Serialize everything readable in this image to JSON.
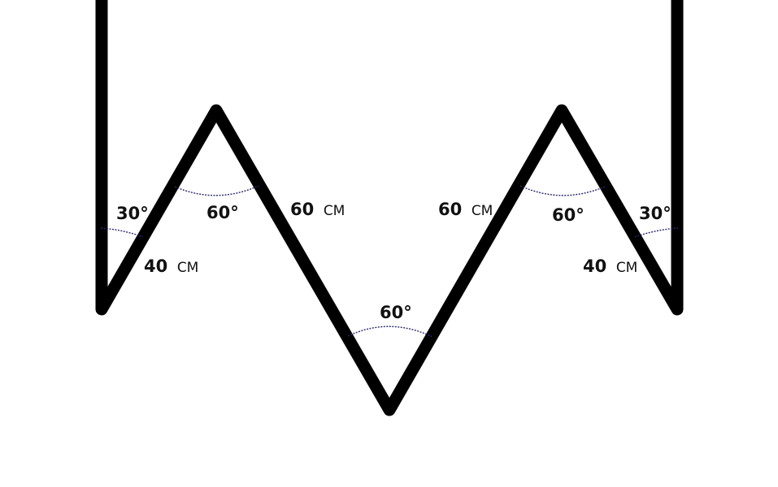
{
  "colors": {
    "background": "#ffffff",
    "path": "#000000",
    "angle_arc": "#2b2a6a",
    "text": "#111111"
  },
  "angles": {
    "left_wall": "30°",
    "left_peak": "60°",
    "bottom_valley": "60°",
    "right_peak": "60°",
    "right_wall": "30°"
  },
  "lengths": {
    "left_short": {
      "value": "40",
      "unit": "CM"
    },
    "left_long": {
      "value": "60",
      "unit": "CM"
    },
    "right_long": {
      "value": "60",
      "unit": "CM"
    },
    "right_short": {
      "value": "40",
      "unit": "CM"
    }
  }
}
